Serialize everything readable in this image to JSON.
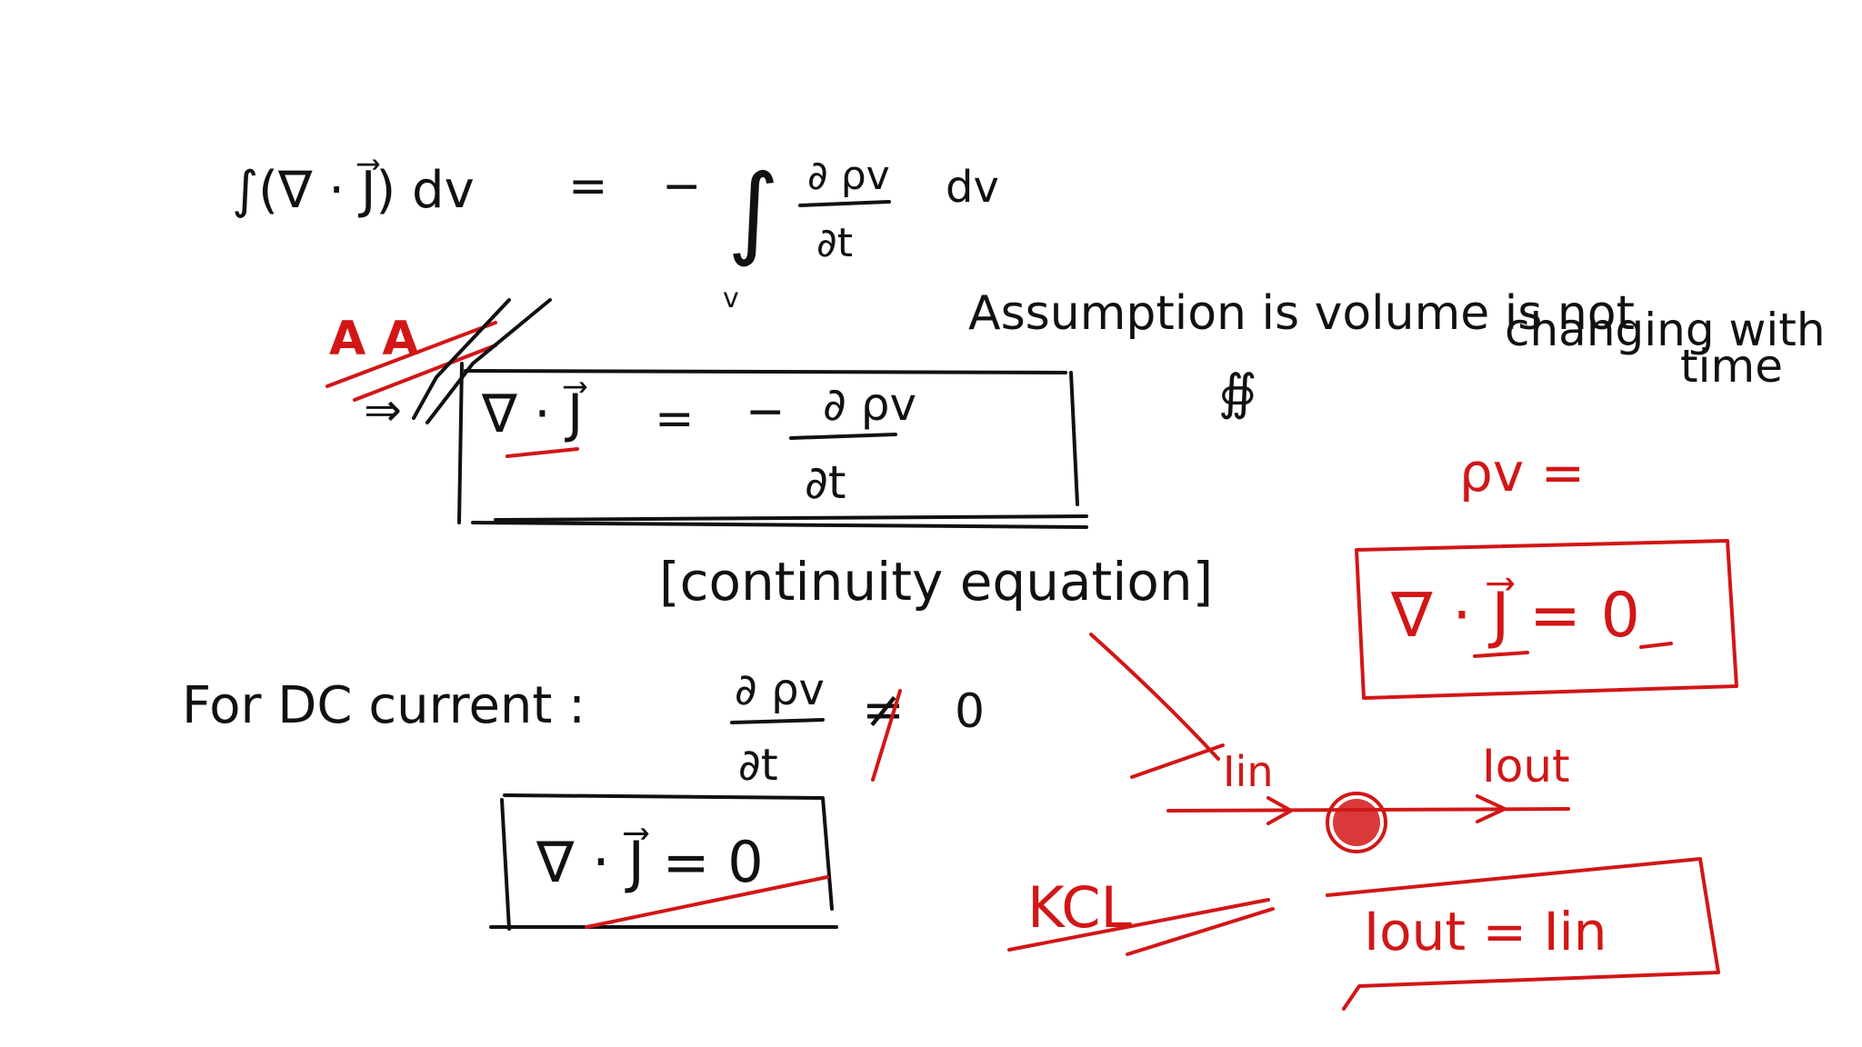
{
  "ink_colors": {
    "black": "#111111",
    "red": "#d21616",
    "background": "#ffffff"
  },
  "integral_equation": {
    "lhs": "∫(∇ · J⃗) dv",
    "equals": "=",
    "minus": "−",
    "integral_sign": "∫",
    "numerator": "∂ ρv",
    "denominator": "∂t",
    "dv": "dv",
    "tick": "v"
  },
  "crossed_marks": "A A",
  "arrow_mark": "⇒",
  "continuity_equation": {
    "lhs": "∇ · J⃗",
    "equals": "=",
    "minus": "−",
    "numerator": "∂ ρv",
    "denominator": "∂t",
    "label": "[continuity equation]"
  },
  "assumption": {
    "line1": "Assumption is volume is not",
    "line2": "changing with",
    "line3": "time"
  },
  "scribble": "∯",
  "red_rho": "ρv =",
  "red_box_equation": "∇ · J⃗ = 0",
  "dc_current": {
    "label": "For DC current :",
    "numerator": "∂ ρv",
    "denominator": "∂t",
    "neq": "≠",
    "zero": "0",
    "boxed_equation": "∇ · J⃗ = 0"
  },
  "kcl_diagram": {
    "i_in": "Iin",
    "i_out": "Iout",
    "kcl_label": "KCL",
    "boxed_equation": "Iout = Iin"
  }
}
